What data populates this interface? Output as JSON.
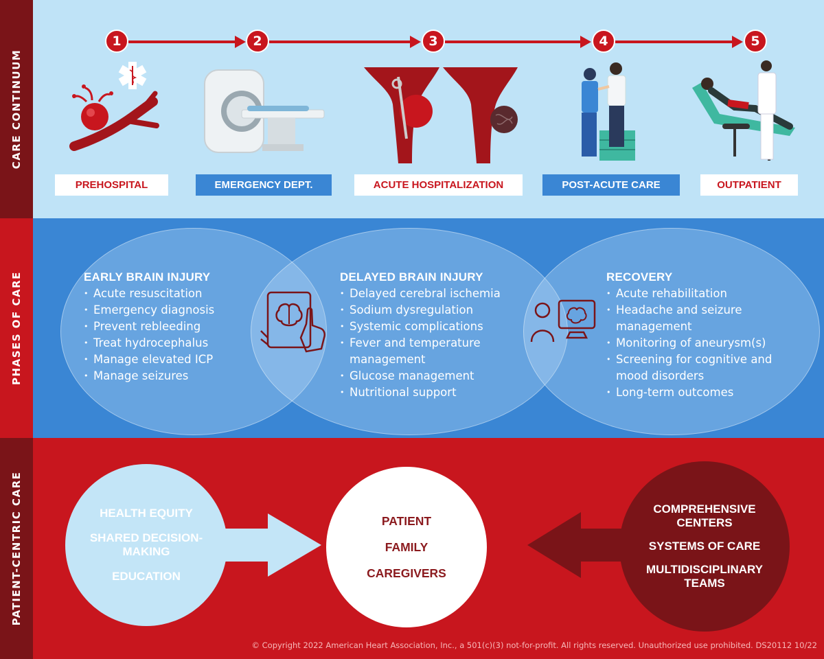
{
  "section_labels": {
    "care_continuum": "CARE CONTINUUM",
    "phases_of_care": "PHASES OF CARE",
    "patient_centric_care": "PATIENT-CENTRIC CARE"
  },
  "steps": [
    {
      "number": "1",
      "label": "PREHOSPITAL",
      "icon": "aneurysm-vessel-icon"
    },
    {
      "number": "2",
      "label": "EMERGENCY DEPT.",
      "icon": "ct-scanner-icon"
    },
    {
      "number": "3",
      "label": "ACUTE HOSPITALIZATION",
      "icon": "clipped-coiled-aneurysm-icon"
    },
    {
      "number": "4",
      "label": "POST-ACUTE CARE",
      "icon": "rehabilitation-stairs-icon"
    },
    {
      "number": "5",
      "label": "OUTPATIENT",
      "icon": "doctor-consultation-icon"
    }
  ],
  "phases": [
    {
      "title": "EARLY BRAIN INJURY",
      "items": [
        "Acute resuscitation",
        "Emergency diagnosis",
        "Prevent rebleeding",
        "Treat hydrocephalus",
        "Manage elevated ICP",
        "Manage seizures"
      ]
    },
    {
      "title": "DELAYED BRAIN INJURY",
      "items": [
        "Delayed cerebral ischemia",
        "Sodium dysregulation",
        "Systemic complications",
        "Fever and temperature management",
        "Glucose management",
        "Nutritional support"
      ]
    },
    {
      "title": "RECOVERY",
      "items": [
        "Acute rehabilitation",
        "Headache and seizure management",
        "Monitoring of aneurysm(s)",
        "Screening for cognitive and mood disorders",
        "Long-term outcomes"
      ]
    }
  ],
  "patient_centric": {
    "left": [
      "HEALTH EQUITY",
      "SHARED DECISION-MAKING",
      "EDUCATION"
    ],
    "center": [
      "PATIENT",
      "FAMILY",
      "CAREGIVERS"
    ],
    "right": [
      "COMPREHENSIVE CENTERS",
      "SYSTEMS OF CARE",
      "MULTIDISCIPLINARY TEAMS"
    ]
  },
  "copyright": "© Copyright 2022 American Heart Association, Inc., a 501(c)(3) not-for-profit. All rights reserved. Unauthorized use prohibited. DS20112 10/22",
  "colors": {
    "red": "#c8161e",
    "dark_red": "#7a1418",
    "blue": "#3a86d4",
    "light_blue": "#bfe3f7"
  }
}
